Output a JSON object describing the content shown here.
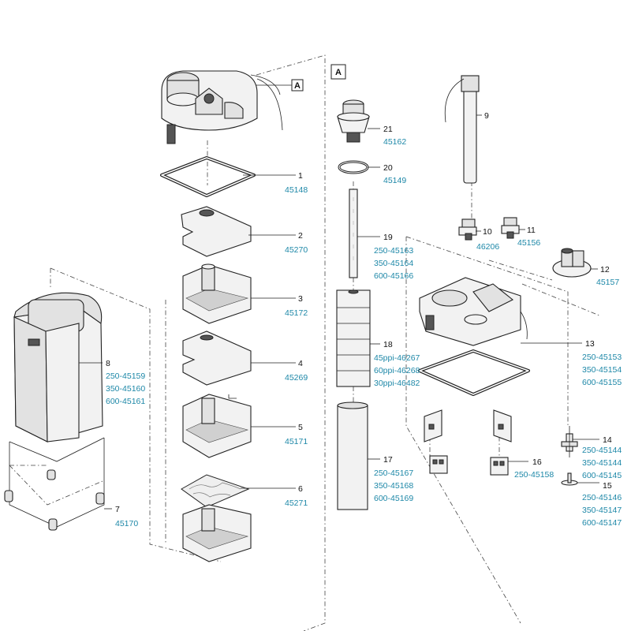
{
  "colors": {
    "code_text": "#1e88a8",
    "number_text": "#111111",
    "line": "#222222"
  },
  "box_letter": "A",
  "box_letter_2": "A",
  "labels": {
    "p1": {
      "num": "1",
      "codes": [
        "45148"
      ]
    },
    "p2": {
      "num": "2",
      "codes": [
        "45270"
      ]
    },
    "p3": {
      "num": "3",
      "codes": [
        "45172"
      ]
    },
    "p4": {
      "num": "4",
      "codes": [
        "45269"
      ]
    },
    "p5": {
      "num": "5",
      "codes": [
        "45171"
      ]
    },
    "p6": {
      "num": "6",
      "codes": [
        "45271"
      ]
    },
    "p7": {
      "num": "7",
      "codes": [
        "45170"
      ]
    },
    "p8": {
      "num": "8",
      "codes": [
        "250-45159",
        "350-45160",
        "600-45161"
      ]
    },
    "p9": {
      "num": "9",
      "codes": []
    },
    "p10": {
      "num": "10",
      "codes": [
        "46206"
      ]
    },
    "p11": {
      "num": "11",
      "codes": [
        "45156"
      ]
    },
    "p12": {
      "num": "12",
      "codes": [
        "45157"
      ]
    },
    "p13": {
      "num": "13",
      "codes": [
        "250-45153",
        "350-45154",
        "600-45155"
      ]
    },
    "p14": {
      "num": "14",
      "codes": [
        "250-45144",
        "350-45144",
        "600-45145"
      ]
    },
    "p15": {
      "num": "15",
      "codes": [
        "250-45146",
        "350-45147",
        "600-45147"
      ]
    },
    "p16": {
      "num": "16",
      "codes": [
        "250-45158"
      ]
    },
    "p17": {
      "num": "17",
      "codes": [
        "250-45167",
        "350-45168",
        "600-45169"
      ]
    },
    "p18": {
      "num": "18",
      "codes": [
        "45ppi-46267",
        "60ppi-46268",
        "30ppi-46482"
      ]
    },
    "p19": {
      "num": "19",
      "codes": [
        "250-45163",
        "350-45164",
        "600-45166"
      ]
    },
    "p20": {
      "num": "20",
      "codes": [
        "45149"
      ]
    },
    "p21": {
      "num": "21",
      "codes": [
        "45162"
      ]
    }
  }
}
